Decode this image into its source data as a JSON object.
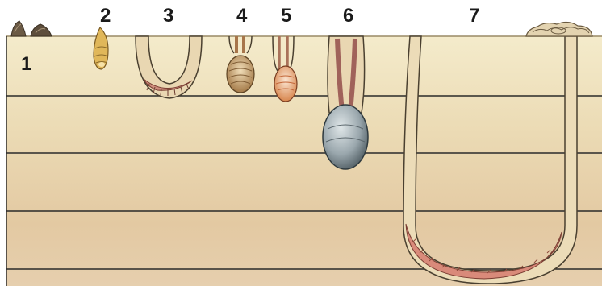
{
  "labels": {
    "l1": "1",
    "l2": "2",
    "l3": "3",
    "l4": "4",
    "l5": "5",
    "l6": "6",
    "l7": "7"
  },
  "colors": {
    "surface_sand": "#f2e8c6",
    "deep_sand": "#e6cfa8",
    "burrow": "#ecdcb8",
    "burrow_outline": "#4a4030",
    "strata_line": "#2a2a2a",
    "worm": "#d98a7a",
    "clam_blue": "#9aa7ad",
    "shell_orange": "#e4a57b",
    "snail_gold": "#e0b75a",
    "cockle_brown": "#c7a06a"
  },
  "icons": [
    "periwinkle-snail",
    "mud-snail",
    "burrowing-shrimp",
    "cockle",
    "tellin-clam",
    "soft-shell-clam",
    "lugworm"
  ]
}
